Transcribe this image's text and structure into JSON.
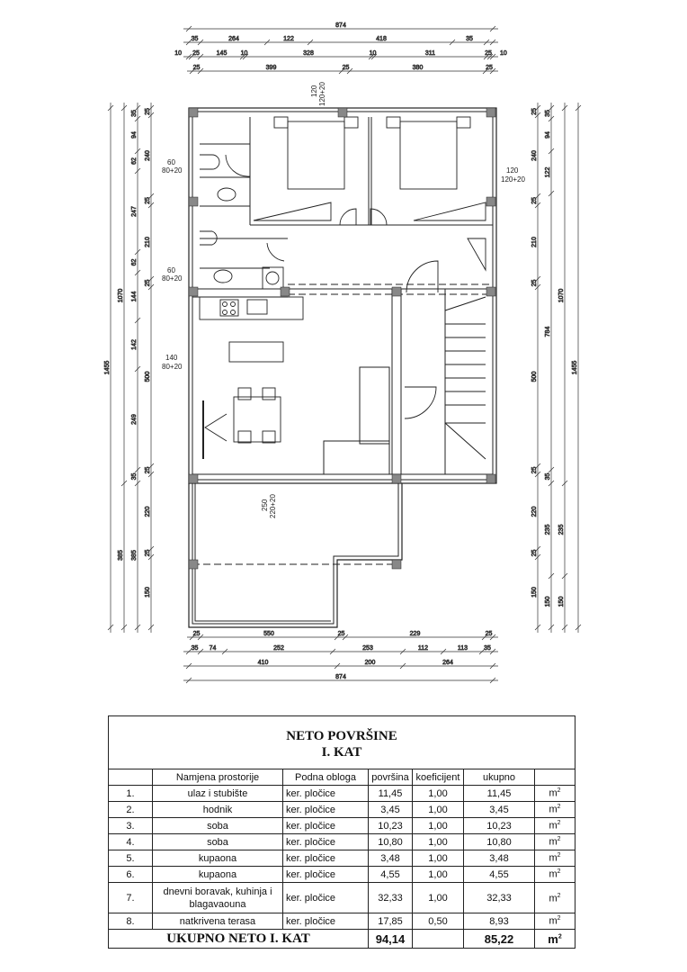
{
  "dimensions": {
    "top": [
      [
        "874"
      ],
      [
        "35",
        "264",
        "122",
        "418",
        "35"
      ],
      [
        "10",
        "25",
        "145",
        "10",
        "328",
        "10",
        "311",
        "25",
        "10"
      ],
      [
        "25",
        "399",
        "25",
        "380",
        "25"
      ]
    ],
    "bottom": [
      [
        "25",
        "550",
        "25",
        "229",
        "25"
      ],
      [
        "35",
        "74",
        "252",
        "253",
        "112",
        "113",
        "35"
      ],
      [
        "410",
        "200",
        "264"
      ],
      [
        "874"
      ]
    ],
    "left": [
      [
        "1455"
      ],
      [
        "1070",
        "385"
      ],
      [
        "35",
        "94",
        "62",
        "247",
        "62",
        "144",
        "142",
        "249",
        "35",
        "385"
      ],
      [
        "25",
        "240",
        "25",
        "210",
        "25",
        "500",
        "25",
        "220",
        "25",
        "150"
      ]
    ],
    "right": [
      [
        "25",
        "240",
        "25",
        "210",
        "25",
        "500",
        "25",
        "220",
        "25",
        "150"
      ],
      [
        "35",
        "94",
        "122",
        "784",
        "35",
        "235",
        "150"
      ],
      [
        "1070",
        "235",
        "150"
      ],
      [
        "1455"
      ]
    ]
  },
  "windows": [
    {
      "w": "120",
      "h": "120+20"
    },
    {
      "w": "60",
      "h": "80+20"
    },
    {
      "w": "60",
      "h": "80+20"
    },
    {
      "w": "140",
      "h": "80+20"
    },
    {
      "w": "120",
      "h": "120+20"
    },
    {
      "w": "250",
      "h": "220+20"
    }
  ],
  "table": {
    "title": "NETO POVRŠINE",
    "subtitle": "I. KAT",
    "headers": [
      "",
      "Namjena prostorije",
      "Podna obloga",
      "površina",
      "koeficijent",
      "ukupno",
      ""
    ],
    "unit": "m",
    "rows": [
      {
        "no": "1.",
        "name": "ulaz i stubište",
        "floor": "ker. pločice",
        "area": "11,45",
        "coef": "1,00",
        "total": "11,45"
      },
      {
        "no": "2.",
        "name": "hodnik",
        "floor": "ker. pločice",
        "area": "3,45",
        "coef": "1,00",
        "total": "3,45"
      },
      {
        "no": "3.",
        "name": "soba",
        "floor": "ker. pločice",
        "area": "10,23",
        "coef": "1,00",
        "total": "10,23"
      },
      {
        "no": "4.",
        "name": "soba",
        "floor": "ker. pločice",
        "area": "10,80",
        "coef": "1,00",
        "total": "10,80"
      },
      {
        "no": "5.",
        "name": "kupaona",
        "floor": "ker. pločice",
        "area": "3,48",
        "coef": "1,00",
        "total": "3,48"
      },
      {
        "no": "6.",
        "name": "kupaona",
        "floor": "ker. pločice",
        "area": "4,55",
        "coef": "1,00",
        "total": "4,55"
      },
      {
        "no": "7.",
        "name": "dnevni boravak, kuhinja i blagavaouna",
        "floor": "ker. pločice",
        "area": "32,33",
        "coef": "1,00",
        "total": "32,33"
      },
      {
        "no": "8.",
        "name": "natkrivena terasa",
        "floor": "ker. pločice",
        "area": "17,85",
        "coef": "0,50",
        "total": "8,93"
      }
    ],
    "total_label": "UKUPNO NETO I. KAT",
    "total_area": "94,14",
    "total_net": "85,22"
  }
}
